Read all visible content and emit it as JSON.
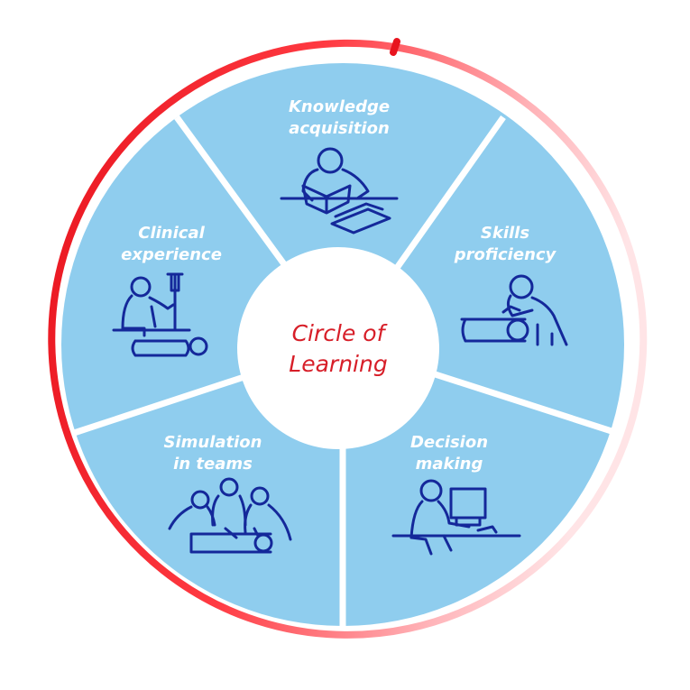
{
  "center": {
    "line1": "Circle of",
    "line2": "Learning"
  },
  "segments": [
    {
      "line1": "Knowledge",
      "line2": "acquisition",
      "icon": "person-reading-icon"
    },
    {
      "line1": "Skills",
      "line2": "proficiency",
      "icon": "procedure-on-patient-icon"
    },
    {
      "line1": "Decision",
      "line2": "making",
      "icon": "person-at-computer-icon"
    },
    {
      "line1": "Simulation",
      "line2": "in teams",
      "icon": "team-simulation-icon"
    },
    {
      "line1": "Clinical",
      "line2": "experience",
      "icon": "bedside-care-icon"
    }
  ],
  "colors": {
    "segment_fill": "#8fcdee",
    "divider": "#ffffff",
    "label_text": "#ffffff",
    "center_text": "#d71e28",
    "figure_stroke": "#14289a",
    "ring_start": "#e8141e",
    "ring_end": "#ffe4e6"
  }
}
